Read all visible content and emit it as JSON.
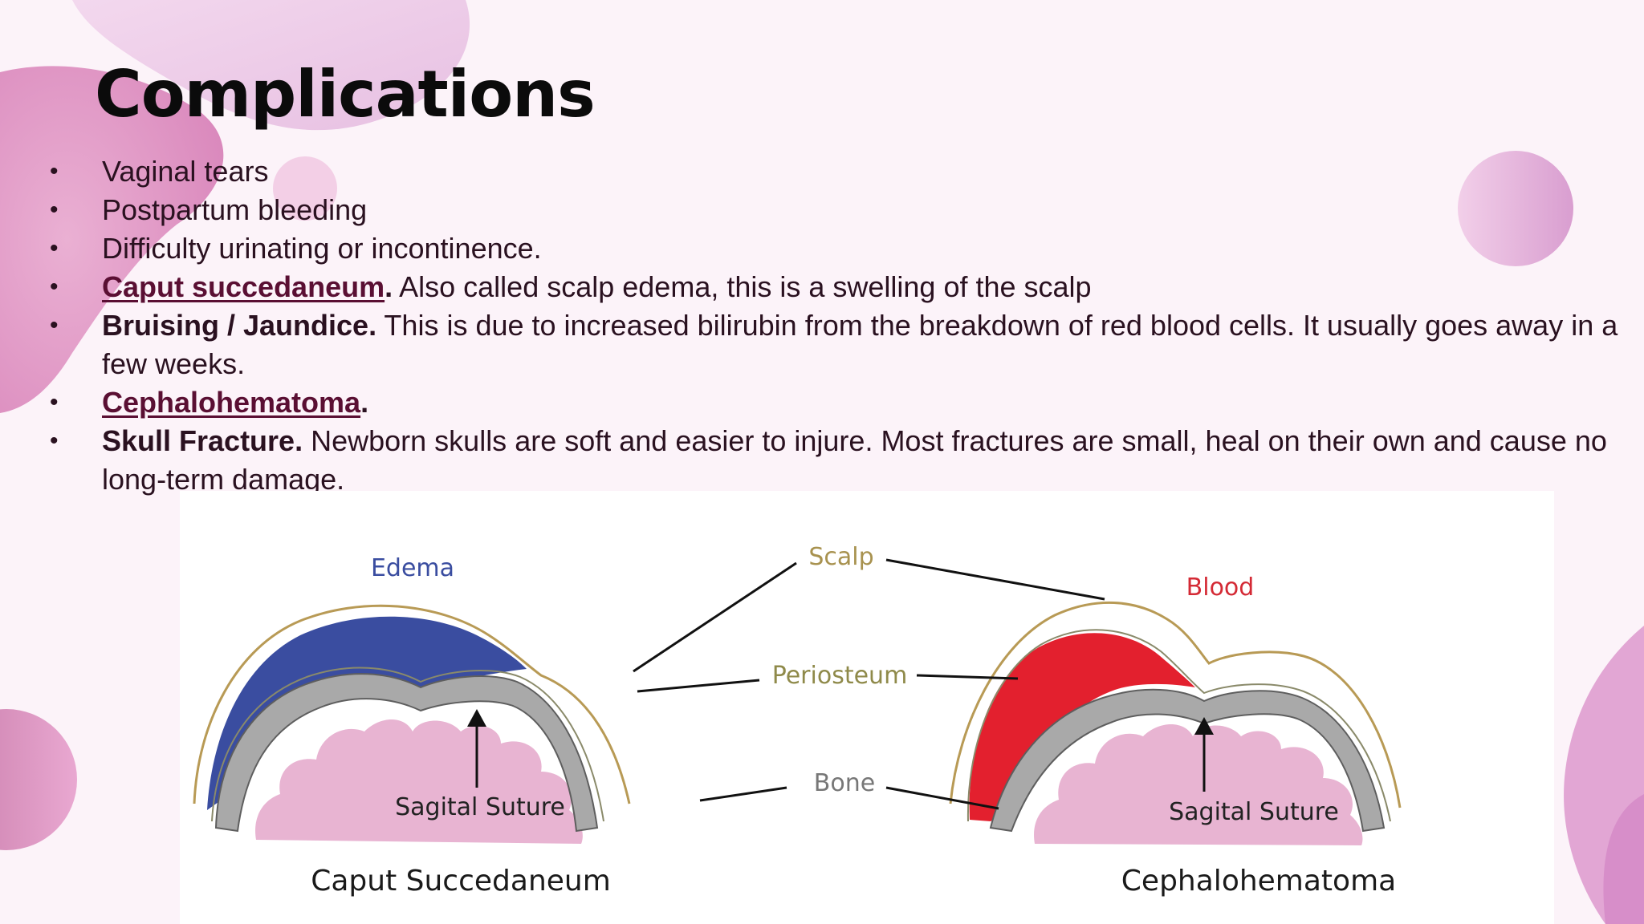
{
  "slide": {
    "title": "Complications",
    "bullets": [
      {
        "lead": "",
        "lead_style": "plain",
        "after": "",
        "text": "Vaginal tears"
      },
      {
        "lead": "",
        "lead_style": "plain",
        "after": "",
        "text": "Postpartum bleeding"
      },
      {
        "lead": "",
        "lead_style": "plain",
        "after": "",
        "text": "Difficulty urinating or incontinence."
      },
      {
        "lead": "Caput succedaneum",
        "lead_style": "link",
        "after": ".",
        "text": " Also called scalp edema, this is a swelling of the scalp"
      },
      {
        "lead": "Bruising / Jaundice.",
        "lead_style": "bold",
        "after": "",
        "text": " This is due to increased bilirubin from the breakdown of red blood cells. It usually goes away in a few weeks."
      },
      {
        "lead": "Cephalohematoma",
        "lead_style": "link",
        "after": ".",
        "text": ""
      },
      {
        "lead": "Skull Fracture.",
        "lead_style": "bold",
        "after": "",
        "text": " Newborn skulls are soft and easier to injure. Most fractures are small, heal on their own and cause no long-term damage."
      }
    ]
  },
  "diagram": {
    "labels": {
      "edema": "Edema",
      "scalp": "Scalp",
      "blood": "Blood",
      "periosteum": "Periosteum",
      "bone": "Bone",
      "sagital_left": "Sagital Suture",
      "sagital_right": "Sagital Suture"
    },
    "captions": {
      "left": "Caput Succedaneum",
      "right": "Cephalohematoma"
    },
    "colors": {
      "edema": "#3a4da0",
      "blood": "#e3202e",
      "bone": "#a9a9a9",
      "brain": "#e8b4d2",
      "scalp_label": "#a8924f",
      "edema_label": "#3a4da0",
      "blood_label": "#d42a35"
    }
  },
  "theme": {
    "accent": "#d98fc2",
    "text": "#2a1120",
    "link": "#5a0f33"
  }
}
